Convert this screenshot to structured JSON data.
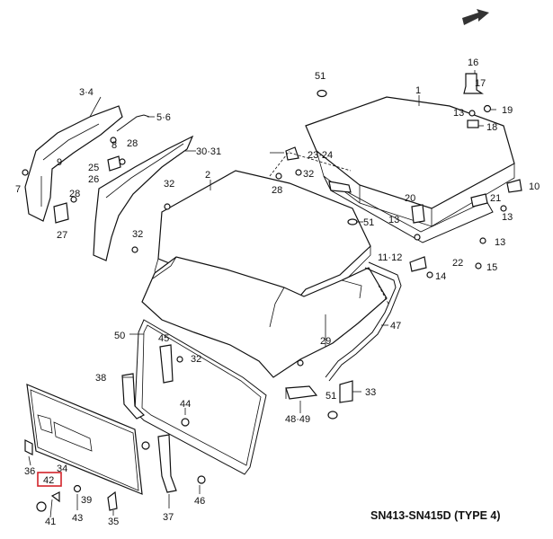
{
  "diagram": {
    "model_caption": "SN413-SN415D (TYPE 4)",
    "highlighted_callout": "42",
    "callouts": {
      "c1": "1",
      "c2": "2",
      "c3_4": "3·4",
      "c5_6": "5·6",
      "c7": "7",
      "c8": "8",
      "c9": "9",
      "c10": "10",
      "c11_12": "11·12",
      "c13a": "13",
      "c13b": "13",
      "c13c": "13",
      "c13d": "13",
      "c14": "14",
      "c15": "15",
      "c16": "16",
      "c17": "17",
      "c18": "18",
      "c19": "19",
      "c20": "20",
      "c21": "21",
      "c22": "22",
      "c23_24": "23·24",
      "c25": "25",
      "c26": "26",
      "c27": "27",
      "c28a": "28",
      "c28b": "28",
      "c28c": "28",
      "c29": "29",
      "c30_31": "30·31",
      "c32a": "32",
      "c32b": "32",
      "c32c": "32",
      "c32d": "32",
      "c33": "33",
      "c34": "34",
      "c35": "35",
      "c36": "36",
      "c37": "37",
      "c38": "38",
      "c39": "39",
      "c41": "41",
      "c42": "42",
      "c43": "43",
      "c44": "44",
      "c45": "45",
      "c46": "46",
      "c47": "47",
      "c48_49": "48·49",
      "c50": "50",
      "c51a": "51",
      "c51b": "51",
      "c51c": "51"
    }
  }
}
